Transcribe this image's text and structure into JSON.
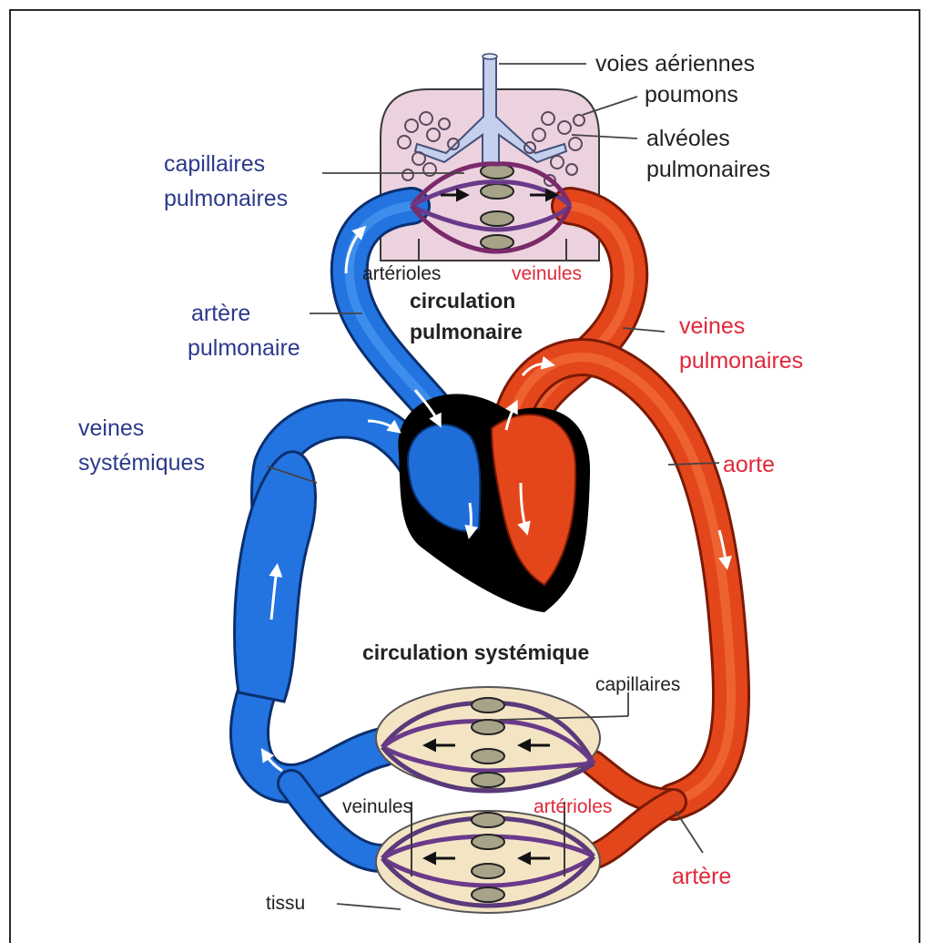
{
  "colors": {
    "blue_label": "#2b3a8c",
    "red_label": "#e0283a",
    "black_label": "#222222",
    "deoxygenated_vessel": "#1f6ed8",
    "oxygenated_vessel": "#e4461c",
    "lung_fill": "#ecd2de",
    "tissue_fill": "#f3e4c4",
    "airway_fill": "#c4d0ee",
    "capillary_cell": "#a6a389",
    "heart_wall": "#000000"
  },
  "labels": {
    "voies_aeriennes": "voies aériennes",
    "poumons": "poumons",
    "alveoles_line1": "alvéoles",
    "alveoles_line2": "pulmonaires",
    "capillaires_pulm_line1": "capillaires",
    "capillaires_pulm_line2": "pulmonaires",
    "arterioles_top": "artérioles",
    "veinules_top": "veinules",
    "circulation_pulm_line1": "circulation",
    "circulation_pulm_line2": "pulmonaire",
    "artere_pulm_line1": "artère",
    "artere_pulm_line2": "pulmonaire",
    "veines_pulm_line1": "veines",
    "veines_pulm_line2": "pulmonaires",
    "veines_syst_line1": "veines",
    "veines_syst_line2": "systémiques",
    "aorte": "aorte",
    "circulation_syst": "circulation systémique",
    "capillaires": "capillaires",
    "veinules_bottom": "veinules",
    "arterioles_bottom": "artérioles",
    "artere": "artère",
    "tissu": "tissu"
  },
  "icons": [
    "flow-arrow-icon"
  ]
}
